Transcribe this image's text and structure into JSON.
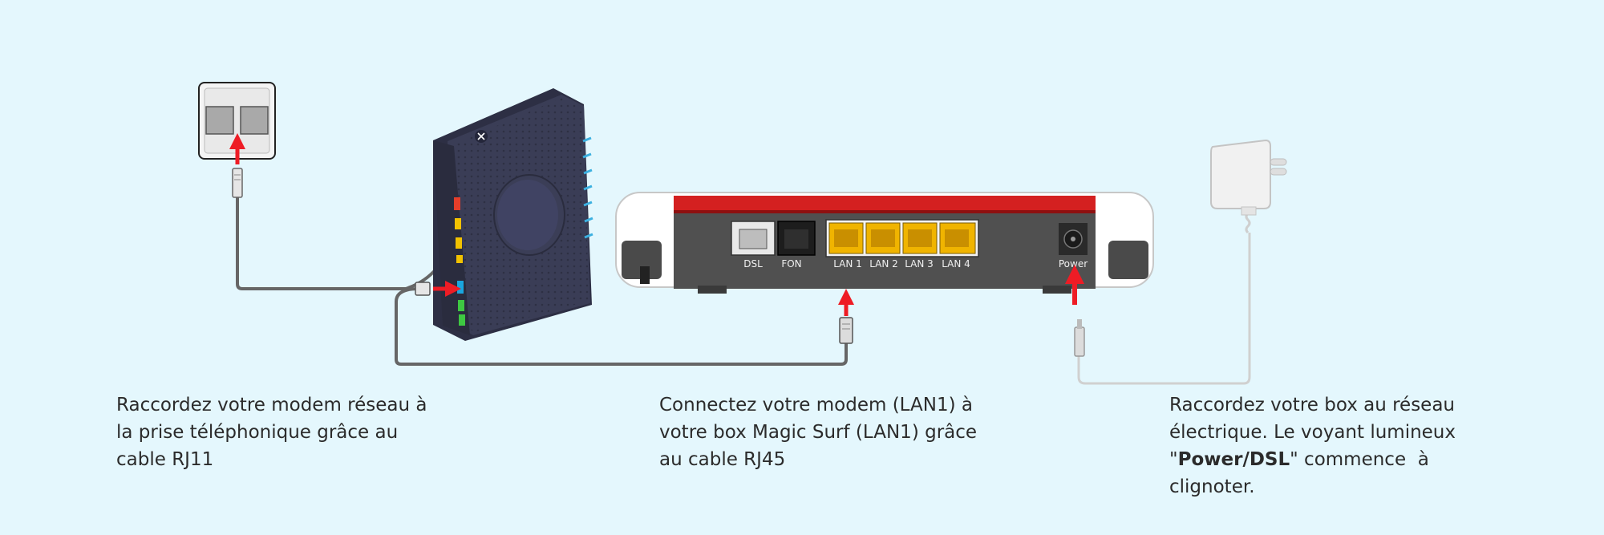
{
  "modem_box": {
    "port_labels": [
      "DSL",
      "FON",
      "LAN 1",
      "LAN 2",
      "LAN 3",
      "LAN 4",
      "Power"
    ],
    "colors": {
      "body": "#505050",
      "red_strip": "#d42020",
      "lan_port": "#f0b400",
      "shell": "#ffffff"
    }
  },
  "router": {
    "logo": "x-logo-icon",
    "colors": {
      "body": "#3a3d56",
      "led_blue": "#3cb0e0"
    }
  },
  "colors": {
    "background": "#e4f7fd",
    "arrow": "#ee1c25",
    "cable_grey": "#666666",
    "cable_light": "#d0d0d0"
  },
  "steps": [
    {
      "lines": [
        "Raccordez votre modem réseau à",
        "la prise téléphonique grâce au",
        "cable RJ11"
      ]
    },
    {
      "lines": [
        "Connectez votre modem (LAN1) à",
        "votre box Magic Surf (LAN1) grâce",
        "au cable RJ45"
      ]
    },
    {
      "line1": "Raccordez votre box au réseau",
      "line2": "électrique. Le voyant lumineux",
      "line3_prefix": "\"",
      "line3_bold": "Power/DSL",
      "line3_suffix": "\" commence  à",
      "line4": "clignoter."
    }
  ]
}
